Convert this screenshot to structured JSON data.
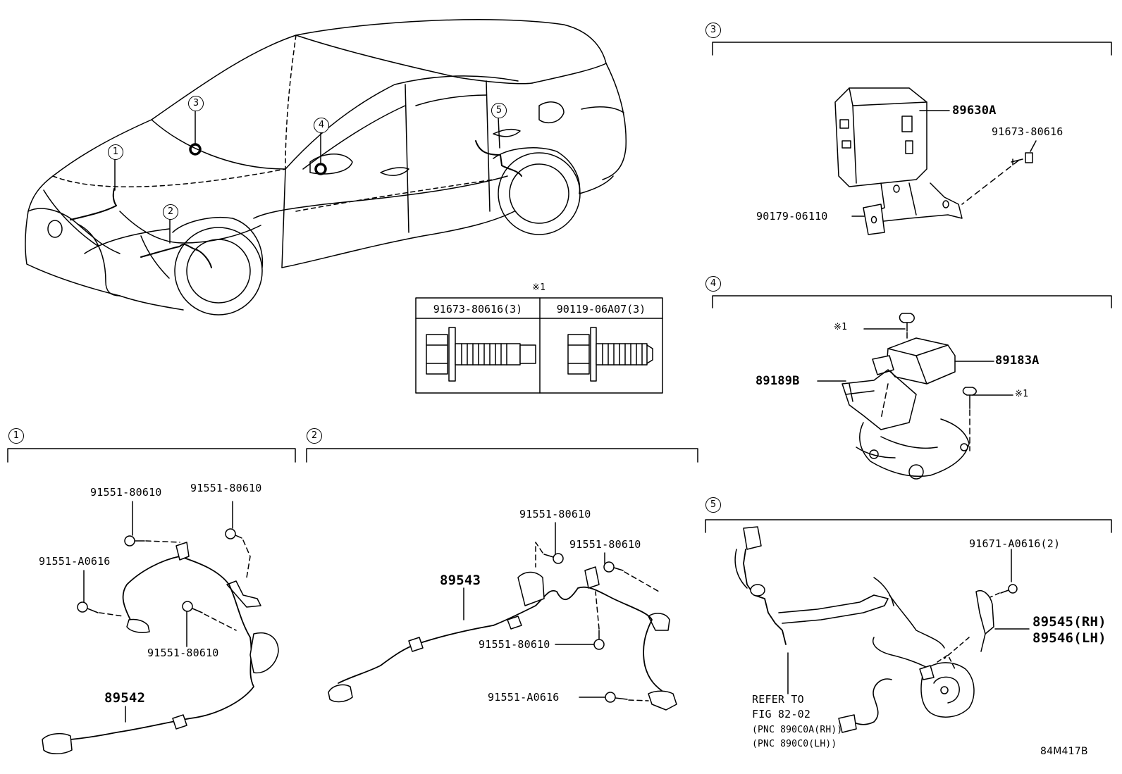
{
  "callouts": {
    "c1": "1",
    "c2": "2",
    "c3": "3",
    "c4": "4",
    "c5": "5"
  },
  "note_mark": "※1",
  "fastener_table": {
    "col1": "91673-80616(3)",
    "col2": "90119-06A07(3)"
  },
  "section3": {
    "part_a": "89630A",
    "part_b": "91673-80616",
    "part_c": "90179-06110"
  },
  "section4": {
    "note_top": "※1",
    "note_right": "※1",
    "part_a": "89183A",
    "part_b": "89189B"
  },
  "section1": {
    "bolt_a": "91551-80610",
    "bolt_b": "91551-80610",
    "bolt_c": "91551-A0616",
    "bolt_d": "91551-80610",
    "sensor": "89542"
  },
  "section2": {
    "bolt_a": "91551-80610",
    "bolt_b": "91551-80610",
    "bolt_c": "91551-80610",
    "bolt_d": "91551-A0616",
    "sensor": "89543"
  },
  "section5": {
    "bolt": "91671-A0616(2)",
    "sensor_rh": "89545(RH)",
    "sensor_lh": "89546(LH)",
    "refer_1": "REFER TO",
    "refer_2": "FIG 82-02",
    "pnc_rh": "(PNC 890C0A(RH))",
    "pnc_lh": "(PNC 890C0(LH))"
  },
  "figure_code": "84M417B"
}
